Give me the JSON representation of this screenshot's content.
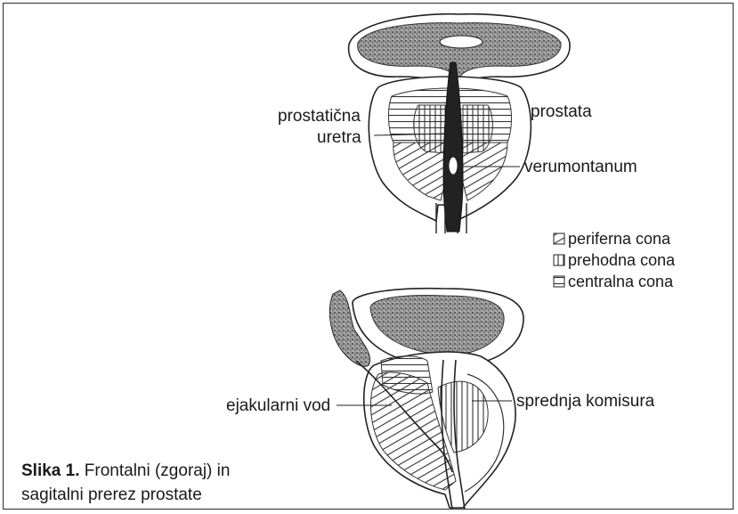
{
  "figure": {
    "top_labels": {
      "urethra_line1": "prostatična",
      "urethra_line2": "uretra",
      "prostate": "prostata",
      "verumontanum": "verumontanum"
    },
    "legend": [
      {
        "pattern": "diagonal",
        "label": "periferna cona"
      },
      {
        "pattern": "vertical",
        "label": "prehodna cona"
      },
      {
        "pattern": "horizontal",
        "label": "centralna cona"
      }
    ],
    "bottom_labels": {
      "ejaculatory_duct": "ejakularni vod",
      "anterior_commissure": "sprednja komisura"
    },
    "caption": {
      "prefix": "Slika 1.",
      "line1_rest": " Frontalni  (zgoraj)  in",
      "line2": "sagitalni prerez prostate"
    }
  }
}
